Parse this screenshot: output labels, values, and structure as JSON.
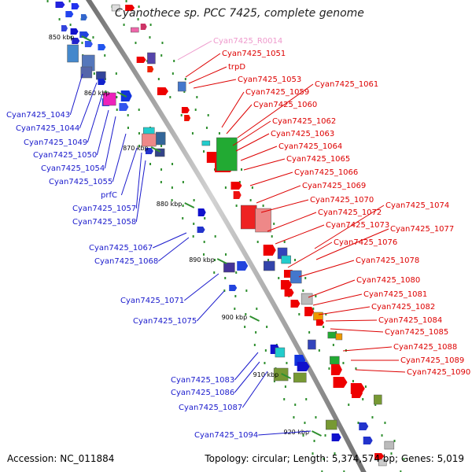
{
  "title": "Cyanothece sp. PCC 7425, complete genome",
  "accession": "Accession: NC_011884",
  "summary": "Topology: circular; Length: 5,374,574 bp; Genes: 5,019",
  "colors": {
    "backbone": "#999999",
    "label_left": "#1a1acc",
    "label_right": "#dd0000",
    "label_rna": "#ee99cc",
    "tick": "#2f8f2f"
  },
  "kbp_ticks": [
    "850 kbp",
    "860 kbp",
    "870 kbp",
    "880 kbp",
    "890 kbp",
    "900 kbp",
    "910 kbp",
    "920 kbp"
  ],
  "labels_left": [
    "Cyan7425_1043",
    "Cyan7425_1044",
    "Cyan7425_1049",
    "Cyan7425_1050",
    "Cyan7425_1054",
    "Cyan7425_1055",
    "prfC",
    "Cyan7425_1057",
    "Cyan7425_1058",
    "Cyan7425_1067",
    "Cyan7425_1068",
    "Cyan7425_1071",
    "Cyan7425_1075",
    "Cyan7425_1083",
    "Cyan7425_1086",
    "Cyan7425_1087",
    "Cyan7425_1094"
  ],
  "labels_right": [
    "Cyan7425_R0014",
    "Cyan7425_1051",
    "trpD",
    "Cyan7425_1053",
    "Cyan7425_1061",
    "Cyan7425_1059",
    "Cyan7425_1060",
    "Cyan7425_1062",
    "Cyan7425_1063",
    "Cyan7425_1064",
    "Cyan7425_1065",
    "Cyan7425_1066",
    "Cyan7425_1069",
    "Cyan7425_1070",
    "Cyan7425_1074",
    "Cyan7425_1072",
    "Cyan7425_1073",
    "Cyan7425_1077",
    "Cyan7425_1076",
    "Cyan7425_1078",
    "Cyan7425_1080",
    "Cyan7425_1081",
    "Cyan7425_1082",
    "Cyan7425_1084",
    "Cyan7425_1085",
    "Cyan7425_1088",
    "Cyan7425_1089",
    "Cyan7425_1090"
  ]
}
